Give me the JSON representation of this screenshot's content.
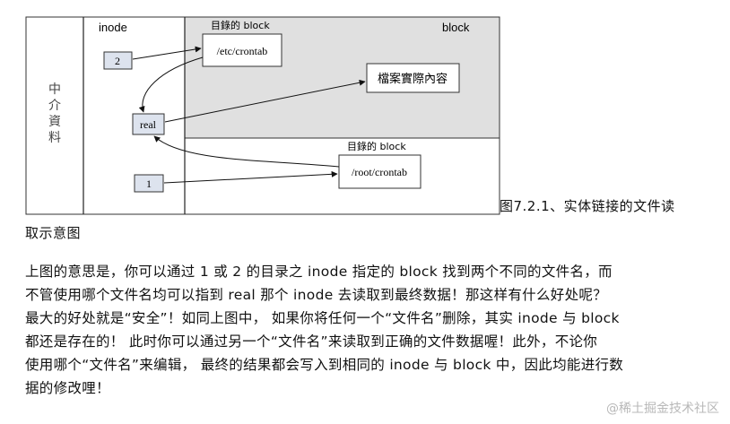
{
  "diagram": {
    "col_inode_label": "inode",
    "col_block_label": "block",
    "side_label_chars": [
      "中",
      "介",
      "資",
      "料"
    ],
    "dir_block_label_top": "目錄的 block",
    "dir_block_label_bottom": "目錄的 block",
    "inode_2": "2",
    "inode_real": "real",
    "inode_1": "1",
    "block_etc_crontab": "/etc/crontab",
    "block_root_crontab": "/root/crontab",
    "block_file_content": "檔案實際內容"
  },
  "caption": {
    "line1": "图7.2.1、实体链接的文件读",
    "line2": "取示意图"
  },
  "paragraph": {
    "lines": [
      "上图的意思是，你可以通过 1 或 2 的目录之 inode 指定的 block 找到两个不同的文件名，而",
      "不管使用哪个文件名均可以指到 real 那个 inode 去读取到最终数据！那这样有什么好处呢？",
      "最大的好处就是“安全”！如同上图中， 如果你将任何一个“文件名”删除，其实 inode 与 block",
      "都还是存在的！ 此时你可以通过另一个“文件名”来读取到正确的文件数据喔！此外，不论你",
      "使用哪个“文件名”来编辑， 最终的结果都会写入到相同的 inode 与 block 中，因此均能进行数",
      "据的修改哩！"
    ]
  },
  "watermark": "@稀土掘金技术社区"
}
